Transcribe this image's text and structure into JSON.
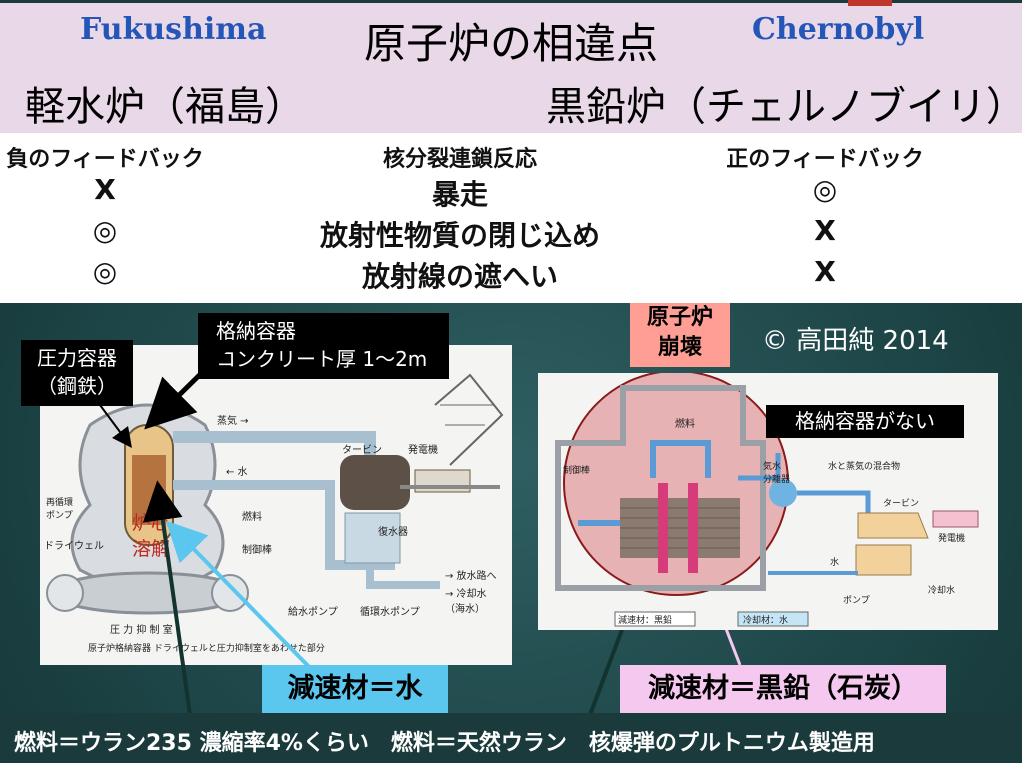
{
  "header": {
    "left_en": "Fukushima",
    "right_en": "Chernobyl",
    "title": "原子炉の相違点",
    "left_sub": "軽水炉（福島）",
    "right_sub": "黒鉛炉（チェルノブイリ）"
  },
  "table": {
    "headers": [
      "負のフィードバック",
      "核分裂連鎖反応",
      "正のフィードバック"
    ],
    "rows": [
      [
        "X",
        "暴走",
        "◎"
      ],
      [
        "◎",
        "放射性物質の閉じ込め",
        "X"
      ],
      [
        "◎",
        "放射線の遮へい",
        "X"
      ]
    ]
  },
  "left_diagram": {
    "pressure_vessel": "圧力容器\n（鋼鉄）",
    "containment": "格納容器\nコンクリート厚 1～2m",
    "meltdown": "炉心\n溶解",
    "labels": {
      "steam": "蒸気 →",
      "water": "← 水",
      "turbine": "タービン",
      "generator": "発電機",
      "recirc_pump": "再循環\nポンプ",
      "fuel": "燃料",
      "drywell": "ドライウェル",
      "control_rod": "制御棒",
      "condenser": "復水器",
      "suppression": "圧 力 抑 制 室",
      "discharge": "→ 放水路へ",
      "cooling_water": "→ 冷却水\n（海水）",
      "feed_pump": "給水ポンプ",
      "circ_pump": "循環水ポンプ",
      "caption": "原子炉格納容器 ドライウェルと圧力抑制室をあわせた部分"
    }
  },
  "right_diagram": {
    "collapse": "原子炉\n崩壊",
    "copyright": "© 高田純 2014",
    "no_containment": "格納容器がない",
    "labels": {
      "fuel": "燃料",
      "control_rod": "制御棒",
      "separator": "気水\n分離器",
      "mixture": "水と蒸気の混合物",
      "turbine": "タービン",
      "generator": "発電機",
      "water": "水",
      "pump": "ポンプ",
      "cooling_water": "冷却水",
      "moderator_label": "減速材：黒鉛",
      "coolant_label": "冷却材：水"
    }
  },
  "moderators": {
    "left": "減速材＝水",
    "right": "減速材＝黒鉛（石炭）"
  },
  "footer": {
    "text": "燃料＝ウラン235 濃縮率4%くらい　燃料＝天然ウラン　核爆弾のプルトニウム製造用"
  },
  "colors": {
    "header_bg": "#e9d8e8",
    "fukushima_blue": "#2456b8",
    "left_moderator_bg": "#5bc6ee",
    "right_moderator_bg": "#f5c8f0",
    "collapse_bg": "#ff9e95",
    "collapse_circle_fill": "#e7b2b4",
    "collapse_circle_stroke": "#8b1a1a",
    "background_teal": "#1e4648"
  }
}
